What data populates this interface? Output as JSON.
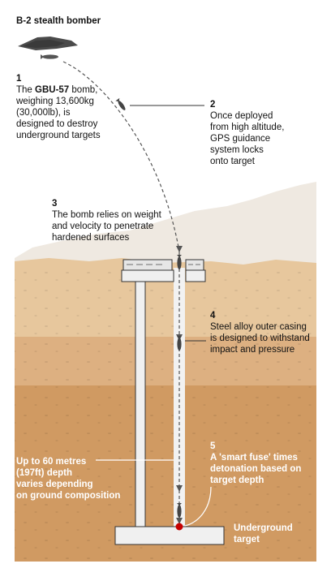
{
  "title": "B-2 stealth bomber",
  "steps": [
    {
      "num": "1",
      "pre": "The ",
      "keyword": "GBU-57",
      "lines": [
        " bomb,",
        "weighing 13,600kg",
        "(30,000lb), is",
        "designed to destroy",
        "underground targets"
      ]
    },
    {
      "num": "2",
      "lines": [
        "Once deployed",
        "from high altitude,",
        "GPS guidance",
        "system locks",
        "onto target"
      ]
    },
    {
      "num": "3",
      "lines": [
        "The bomb relies on weight",
        "and velocity to penetrate",
        "hardened surfaces"
      ]
    },
    {
      "num": "4",
      "lines": [
        "Steel alloy outer casing",
        "is designed to withstand",
        "impact and pressure"
      ]
    },
    {
      "num": "5",
      "lines": [
        "A 'smart fuse' times",
        "detonation based on",
        "target depth"
      ]
    }
  ],
  "depth_label": [
    "Up to 60 metres",
    "(197ft) depth",
    "varies depending",
    "on ground composition"
  ],
  "target_label": [
    "Underground",
    "target"
  ],
  "colors": {
    "sky_ground": "#efe9e1",
    "topsoil": "#e7c79d",
    "midsoil": "#ddb081",
    "deepsoil": "#d09a62",
    "shaft": "#f0f0f0",
    "target": "#c70000",
    "bomber": "#4a4a4a"
  }
}
